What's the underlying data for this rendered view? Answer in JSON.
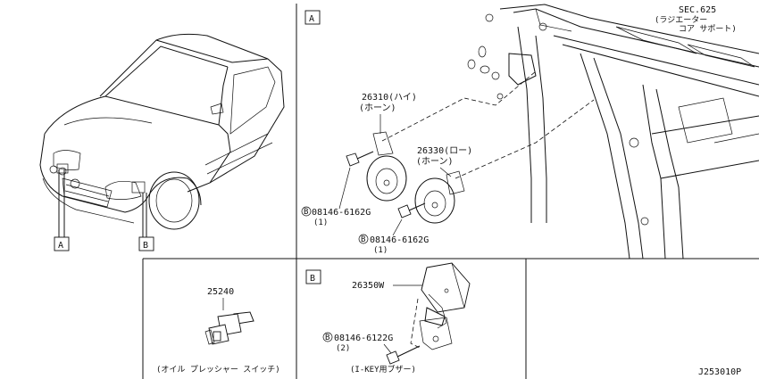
{
  "sections": {
    "a_letter": "A",
    "b_letter": "B"
  },
  "car": {
    "callout_a": "A",
    "callout_b": "B"
  },
  "horn_diagram": {
    "sec_ref": "SEC.625",
    "sec_caption": "(ラジエーター",
    "sec_caption2": "コア サポート)",
    "horn_high_part": "26310(ハイ)",
    "horn_high_name": "(ホーン)",
    "horn_low_part": "26330(ロー)",
    "horn_low_name": "(ホーン)",
    "bolt_1_code": "08146-6162G",
    "bolt_1_qty": "(1)",
    "bolt_2_code": "08146-6162G",
    "bolt_2_qty": "(1)",
    "bolt_symbol": "B"
  },
  "oil_switch": {
    "part": "25240",
    "caption": "(オイル プレッシャー スイッチ)"
  },
  "buzzer": {
    "part": "26350W",
    "bolt_code": "08146-6122G",
    "bolt_qty": "(2)",
    "bolt_symbol": "B",
    "caption": "(I-KEY用ブザー)"
  },
  "drawing_id": "J253010P"
}
